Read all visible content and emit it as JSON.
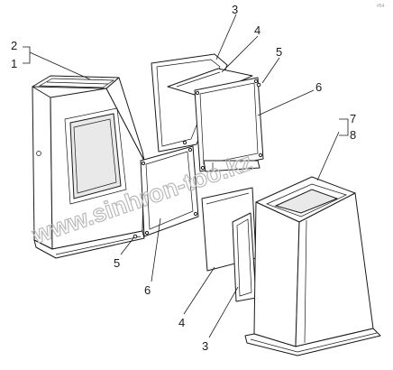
{
  "callouts": {
    "c2": "2",
    "c1": "1",
    "c3_top": "3",
    "c4_top": "4",
    "c5_top": "5",
    "c6_right": "6",
    "c7": "7",
    "c8": "8",
    "c5_left": "5",
    "c6_bottom": "6",
    "c4_bottom": "4",
    "c3_bottom": "3"
  },
  "watermark": "www.sinhron-too.kz",
  "corner_mark": "#54"
}
